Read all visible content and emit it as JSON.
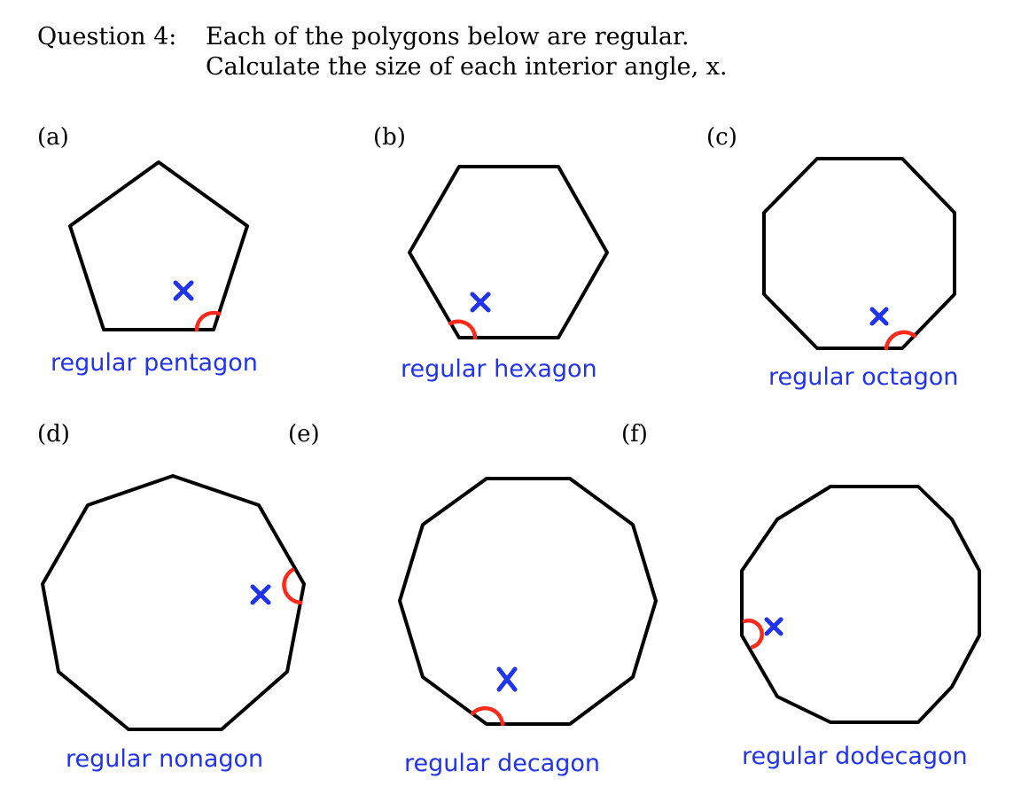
{
  "question": {
    "number": "Question 4:",
    "line1": "Each of the polygons below are regular.",
    "line2": "Calculate the size of each interior angle, x."
  },
  "parts": [
    {
      "label": "(a)",
      "name": "regular pentagon",
      "sides": 5
    },
    {
      "label": "(b)",
      "name": "regular hexagon",
      "sides": 6
    },
    {
      "label": "(c)",
      "name": "regular octagon",
      "sides": 8
    },
    {
      "label": "(d)",
      "name": "regular nonagon",
      "sides": 9
    },
    {
      "label": "(e)",
      "name": "regular decagon",
      "sides": 10
    },
    {
      "label": "(f)",
      "name": "regular dodecagon",
      "sides": 12
    }
  ],
  "colors": {
    "outline": "#000000",
    "angle_arc": "#ff2a1a",
    "label_text": "#2233ee",
    "x_mark": "#1f33f0"
  }
}
